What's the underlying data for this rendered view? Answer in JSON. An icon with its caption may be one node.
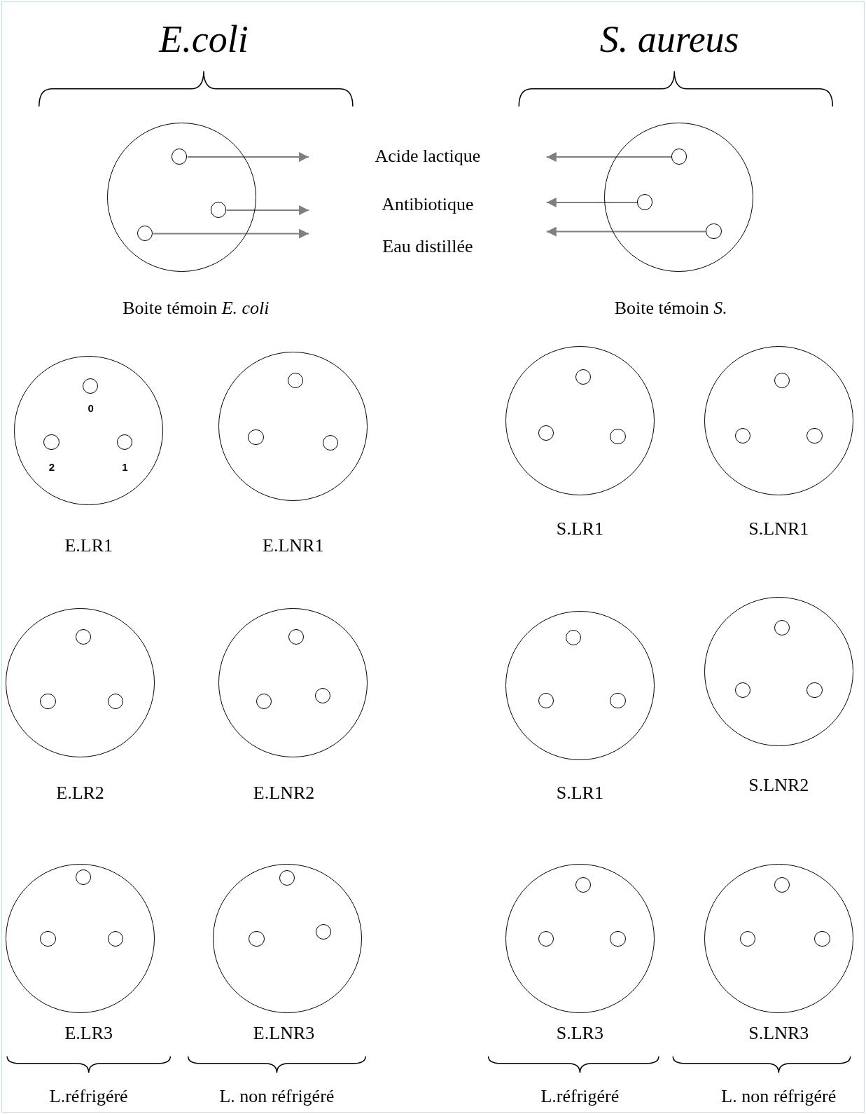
{
  "diagram": {
    "nodes": [
      {
        "text": [],
        "shape": "circle",
        "beside": [
          "Boite témoin *E. coli*"
        ]
      },
      {
        "text": [],
        "shape": "circle",
        "in": 0
      },
      {
        "text": [],
        "shape": "circle",
        "in": 0
      },
      {
        "text": [],
        "shape": "circle",
        "in": 0
      },
      {
        "text": [
          "Acide lactique"
        ]
      },
      {
        "text": [
          "Antibiotique"
        ]
      },
      {
        "text": [
          "Eau distillée"
        ]
      },
      {
        "text": [],
        "shape": "circle",
        "beside": [
          "Boite témoin *S.*"
        ]
      },
      {
        "text": [],
        "shape": "circle",
        "in": 7
      },
      {
        "text": [],
        "shape": "circle",
        "in": 7
      },
      {
        "text": [],
        "shape": "circle",
        "in": 7
      },
      {
        "text": [],
        "shape": "circle",
        "beside": [
          "E.LR1"
        ]
      },
      {
        "text": [],
        "shape": "circle",
        "in": 11,
        "beside": [
          "0"
        ]
      },
      {
        "text": [],
        "shape": "circle",
        "in": 11,
        "beside": [
          "2"
        ]
      },
      {
        "text": [],
        "shape": "circle",
        "in": 11,
        "beside": [
          "1"
        ]
      },
      {
        "text": [],
        "shape": "circle",
        "beside": [
          "E.LNR1"
        ]
      },
      {
        "text": [],
        "shape": "circle",
        "in": 15
      },
      {
        "text": [],
        "shape": "circle",
        "in": 15
      },
      {
        "text": [],
        "shape": "circle",
        "in": 15
      },
      {
        "text": [],
        "shape": "circle",
        "beside": [
          "S.LR1"
        ]
      },
      {
        "text": [],
        "shape": "circle",
        "in": 19
      },
      {
        "text": [],
        "shape": "circle",
        "in": 19
      },
      {
        "text": [],
        "shape": "circle",
        "in": 19
      },
      {
        "text": [],
        "shape": "circle",
        "beside": [
          "S.LNR1"
        ]
      },
      {
        "text": [],
        "shape": "circle",
        "in": 23
      },
      {
        "text": [],
        "shape": "circle",
        "in": 23
      },
      {
        "text": [],
        "shape": "circle",
        "in": 23
      },
      {
        "text": [],
        "shape": "circle",
        "beside": [
          "E.LR2"
        ]
      },
      {
        "text": [],
        "shape": "circle",
        "in": 27
      },
      {
        "text": [],
        "shape": "circle",
        "in": 27
      },
      {
        "text": [],
        "shape": "circle",
        "in": 27
      },
      {
        "text": [],
        "shape": "circle",
        "beside": [
          "E.LNR2"
        ]
      },
      {
        "text": [],
        "shape": "circle",
        "in": 31
      },
      {
        "text": [],
        "shape": "circle",
        "in": 31
      },
      {
        "text": [],
        "shape": "circle",
        "in": 31
      },
      {
        "text": [],
        "shape": "circle",
        "beside": [
          "S.LR1"
        ]
      },
      {
        "text": [],
        "shape": "circle",
        "in": 35
      },
      {
        "text": [],
        "shape": "circle",
        "in": 35
      },
      {
        "text": [],
        "shape": "circle",
        "in": 35
      },
      {
        "text": [],
        "shape": "circle",
        "beside": [
          "S.LNR2"
        ]
      },
      {
        "text": [],
        "shape": "circle",
        "in": 39
      },
      {
        "text": [],
        "shape": "circle",
        "in": 39
      },
      {
        "text": [],
        "shape": "circle",
        "in": 39
      },
      {
        "text": [],
        "shape": "circle",
        "beside": [
          "E.LR3"
        ]
      },
      {
        "text": [],
        "shape": "circle",
        "in": 43
      },
      {
        "text": [],
        "shape": "circle",
        "in": 43
      },
      {
        "text": [],
        "shape": "circle",
        "in": 43
      },
      {
        "text": [],
        "shape": "circle",
        "beside": [
          "E.LNR3"
        ]
      },
      {
        "text": [],
        "shape": "circle",
        "in": 47
      },
      {
        "text": [],
        "shape": "circle",
        "in": 47
      },
      {
        "text": [],
        "shape": "circle",
        "in": 47
      },
      {
        "text": [],
        "shape": "circle",
        "beside": [
          "S.LR3"
        ]
      },
      {
        "text": [],
        "shape": "circle",
        "in": 51
      },
      {
        "text": [],
        "shape": "circle",
        "in": 51
      },
      {
        "text": [],
        "shape": "circle",
        "in": 51
      },
      {
        "text": [],
        "shape": "circle",
        "beside": [
          "S.LNR3"
        ]
      },
      {
        "text": [],
        "shape": "circle",
        "in": 55
      },
      {
        "text": [],
        "shape": "circle",
        "in": 55
      },
      {
        "text": [],
        "shape": "circle",
        "in": 55
      }
    ],
    "edges": [
      {
        "from": 1,
        "to": 4,
        "arrow": "to"
      },
      {
        "from": 2,
        "to": 5,
        "arrow": "to"
      },
      {
        "from": 3,
        "to": 6,
        "arrow": "to"
      },
      {
        "from": 8,
        "to": 4,
        "arrow": "to"
      },
      {
        "from": 9,
        "to": 5,
        "arrow": "to"
      },
      {
        "from": 10,
        "to": 6,
        "arrow": "to"
      }
    ],
    "labels": [
      "E.coli",
      "S. aureus",
      "L.réfrigéré",
      "L. non réfrigéré",
      "L.réfrigéré",
      "L. non réfrigéré"
    ]
  }
}
